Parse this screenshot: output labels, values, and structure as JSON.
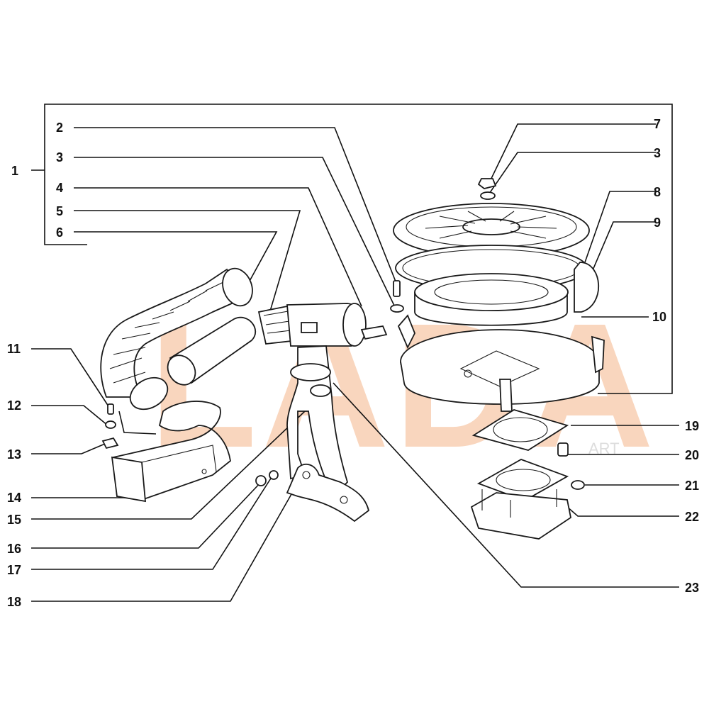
{
  "watermark": {
    "text": "LADA",
    "sub": "ART",
    "color": "#f7c9a9"
  },
  "callouts": {
    "c1": "1",
    "c2": "2",
    "c3a": "3",
    "c4": "4",
    "c5": "5",
    "c6": "6",
    "c7": "7",
    "c3b": "3",
    "c8": "8",
    "c9": "9",
    "c10": "10",
    "c11": "11",
    "c12": "12",
    "c13": "13",
    "c14": "14",
    "c15": "15",
    "c16": "16",
    "c17": "17",
    "c18": "18",
    "c19": "19",
    "c20": "20",
    "c21": "21",
    "c22": "22",
    "c23": "23"
  }
}
